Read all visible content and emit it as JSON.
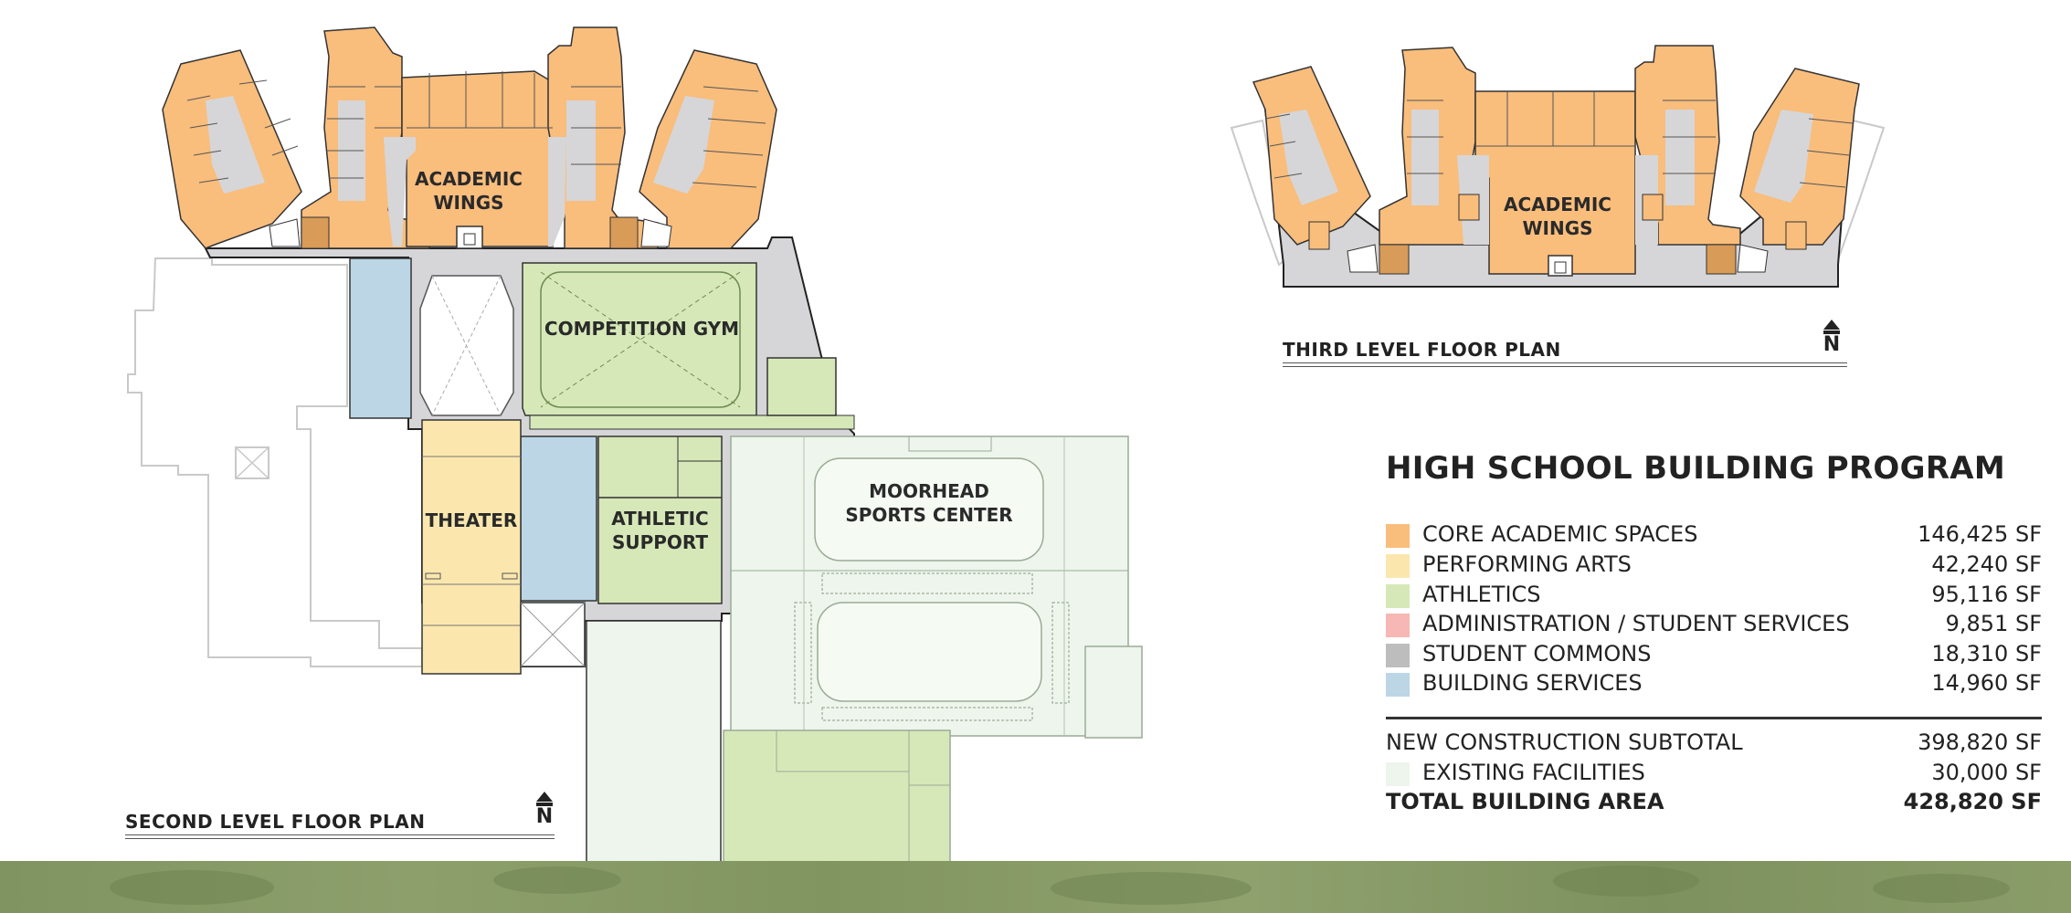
{
  "second_level": {
    "title": "SECOND LEVEL FLOOR PLAN",
    "north_label": "N",
    "labels": {
      "academic_wings": "ACADEMIC WINGS",
      "competition_gym": "COMPETITION GYM",
      "theater": "THEATER",
      "athletic_support": "ATHLETIC\nSUPPORT",
      "moorhead_sports_center": "MOORHEAD\nSPORTS CENTER"
    }
  },
  "third_level": {
    "title": "THIRD LEVEL FLOOR PLAN",
    "north_label": "N",
    "labels": {
      "academic_wings": "ACADEMIC WINGS"
    }
  },
  "program": {
    "title": "HIGH SCHOOL BUILDING PROGRAM",
    "items": [
      {
        "name": "CORE ACADEMIC SPACES",
        "value": "146,425 SF",
        "color": "#f9bd7c"
      },
      {
        "name": "PERFORMING ARTS",
        "value": "42,240 SF",
        "color": "#fbe7ae"
      },
      {
        "name": "ATHLETICS",
        "value": "95,116 SF",
        "color": "#d6e8b8"
      },
      {
        "name": "ADMINISTRATION / STUDENT SERVICES",
        "value": "9,851 SF",
        "color": "#f6b7b5"
      },
      {
        "name": "STUDENT COMMONS",
        "value": "18,310 SF",
        "color": "#bdbdbd"
      },
      {
        "name": "BUILDING SERVICES",
        "value": "14,960 SF",
        "color": "#bcd6e6"
      }
    ],
    "subtotal": {
      "name": "NEW CONSTRUCTION SUBTOTAL",
      "value": "398,820 SF"
    },
    "existing": {
      "name": "EXISTING FACILITIES",
      "value": "30,000 SF",
      "color": "#eef5ec"
    },
    "total": {
      "name": "TOTAL BUILDING AREA",
      "value": "428,820 SF"
    }
  },
  "colors": {
    "academic": "#f9bd7c",
    "performing_arts": "#fbe7ae",
    "athletics": "#d6e8b8",
    "commons": "#d6d6d8",
    "services": "#bcd6e6",
    "existing": "#eef5ec",
    "grass": "#849866"
  }
}
